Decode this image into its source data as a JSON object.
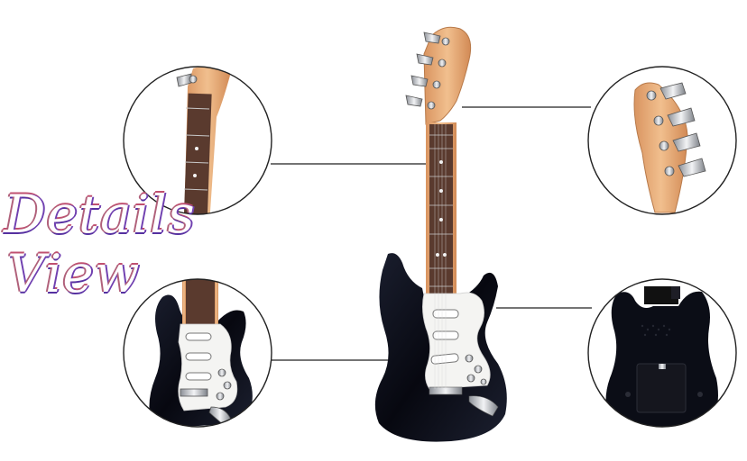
{
  "heading": {
    "line1": "Details",
    "line2": "View"
  },
  "colors": {
    "guitar_body": "#0c0e18",
    "pickguard": "#f4f4f2",
    "maple": "#e7ac78",
    "fretboard": "#5a3a2e",
    "chrome": "#c9ccd2",
    "callout_line": "#222222"
  },
  "detail_views": [
    {
      "name": "neck-closeup"
    },
    {
      "name": "headstock-closeup"
    },
    {
      "name": "body-front-closeup"
    },
    {
      "name": "body-back-closeup"
    }
  ]
}
